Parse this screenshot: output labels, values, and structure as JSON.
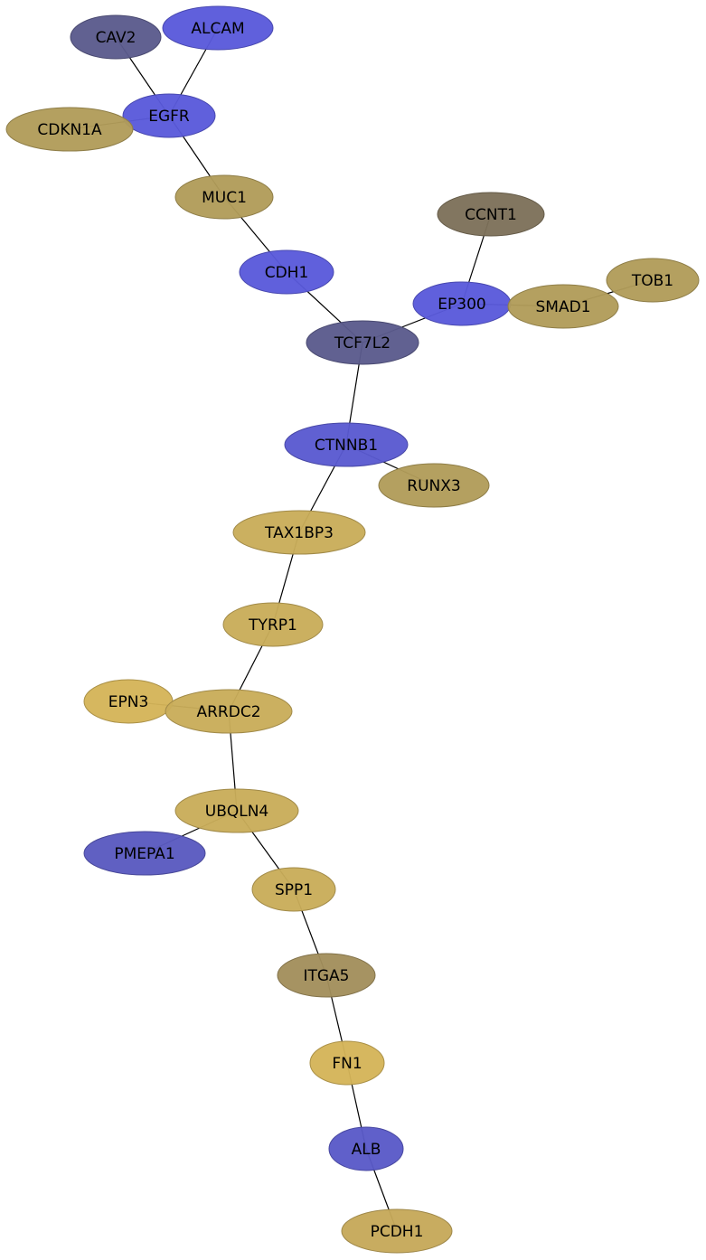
{
  "nodes": [
    {
      "id": "CAV2",
      "label": "CAV2",
      "color": "#5b5b8c"
    },
    {
      "id": "ALCAM",
      "label": "ALCAM",
      "color": "#5a5adb"
    },
    {
      "id": "EGFR",
      "label": "EGFR",
      "color": "#5a5adb"
    },
    {
      "id": "CDKN1A",
      "label": "CDKN1A",
      "color": "#b19c59"
    },
    {
      "id": "MUC1",
      "label": "MUC1",
      "color": "#b19c59"
    },
    {
      "id": "CCNT1",
      "label": "CCNT1",
      "color": "#7d7059"
    },
    {
      "id": "CDH1",
      "label": "CDH1",
      "color": "#5a5adb"
    },
    {
      "id": "TOB1",
      "label": "TOB1",
      "color": "#b19c59"
    },
    {
      "id": "EP300",
      "label": "EP300",
      "color": "#5a5adb"
    },
    {
      "id": "SMAD1",
      "label": "SMAD1",
      "color": "#b19c59"
    },
    {
      "id": "TCF7L2",
      "label": "TCF7L2",
      "color": "#5b5b8c"
    },
    {
      "id": "CTNNB1",
      "label": "CTNNB1",
      "color": "#5a5ad0"
    },
    {
      "id": "RUNX3",
      "label": "RUNX3",
      "color": "#b19c59"
    },
    {
      "id": "TAX1BP3",
      "label": "TAX1BP3",
      "color": "#c9ad5a"
    },
    {
      "id": "TYRP1",
      "label": "TYRP1",
      "color": "#c9ad5a"
    },
    {
      "id": "EPN3",
      "label": "EPN3",
      "color": "#d4b458"
    },
    {
      "id": "ARRDC2",
      "label": "ARRDC2",
      "color": "#c9ad5a"
    },
    {
      "id": "UBQLN4",
      "label": "UBQLN4",
      "color": "#c9ad5a"
    },
    {
      "id": "PMEPA1",
      "label": "PMEPA1",
      "color": "#5a5abf"
    },
    {
      "id": "SPP1",
      "label": "SPP1",
      "color": "#c9ad5a"
    },
    {
      "id": "ITGA5",
      "label": "ITGA5",
      "color": "#a28f5c"
    },
    {
      "id": "FN1",
      "label": "FN1",
      "color": "#d4b458"
    },
    {
      "id": "ALB",
      "label": "ALB",
      "color": "#5a5ac8"
    },
    {
      "id": "PCDH1",
      "label": "PCDH1",
      "color": "#c6a95a"
    }
  ],
  "edges": [
    [
      "CAV2",
      "EGFR"
    ],
    [
      "ALCAM",
      "EGFR"
    ],
    [
      "CDKN1A",
      "EGFR"
    ],
    [
      "EGFR",
      "MUC1"
    ],
    [
      "MUC1",
      "CDH1"
    ],
    [
      "CDH1",
      "TCF7L2"
    ],
    [
      "TCF7L2",
      "EP300"
    ],
    [
      "CCNT1",
      "EP300"
    ],
    [
      "EP300",
      "SMAD1"
    ],
    [
      "SMAD1",
      "TOB1"
    ],
    [
      "TCF7L2",
      "CTNNB1"
    ],
    [
      "CTNNB1",
      "RUNX3"
    ],
    [
      "CTNNB1",
      "TAX1BP3"
    ],
    [
      "TAX1BP3",
      "TYRP1"
    ],
    [
      "TYRP1",
      "ARRDC2"
    ],
    [
      "EPN3",
      "ARRDC2"
    ],
    [
      "ARRDC2",
      "UBQLN4"
    ],
    [
      "UBQLN4",
      "PMEPA1"
    ],
    [
      "UBQLN4",
      "SPP1"
    ],
    [
      "SPP1",
      "ITGA5"
    ],
    [
      "ITGA5",
      "FN1"
    ],
    [
      "FN1",
      "ALB"
    ],
    [
      "ALB",
      "PCDH1"
    ]
  ]
}
